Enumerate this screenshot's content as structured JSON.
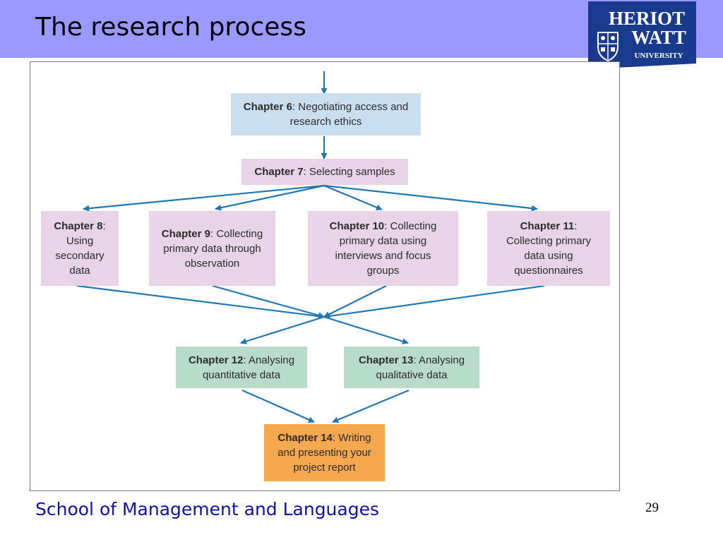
{
  "slide": {
    "title": "The research process",
    "footer": "School of Management and Languages",
    "page_number": "29"
  },
  "logo": {
    "line1": "HERIOT",
    "line2": "WATT",
    "line3": "UNIVERSITY",
    "color": "#1a3a8e"
  },
  "diagram": {
    "chapter6": {
      "bold": "Chapter 6",
      "rest": ": Negotiating access and research ethics"
    },
    "chapter7": {
      "bold": "Chapter 7",
      "rest": ": Selecting samples"
    },
    "chapter8": {
      "bold": "Chapter 8",
      "rest": ": Using secondary data"
    },
    "chapter9": {
      "bold": "Chapter 9",
      "rest": ": Collecting primary data through observation"
    },
    "chapter10": {
      "bold": "Chapter 10",
      "rest": ": Collecting primary data using interviews and focus groups"
    },
    "chapter11": {
      "bold": "Chapter 11",
      "rest": ": Collecting primary data using questionnaires"
    },
    "chapter12": {
      "bold": "Chapter 12",
      "rest": ": Analysing quantitative data"
    },
    "chapter13": {
      "bold": "Chapter 13",
      "rest": ": Analysing qualitative data"
    },
    "chapter14": {
      "bold": "Chapter 14",
      "rest": ": Writing and presenting your project report"
    }
  },
  "colors": {
    "header": "#9999ff",
    "arrow": "#1f77b4",
    "blue_box": "#c8dff2",
    "pink_box": "#e8d3e8",
    "green_box": "#b7dcca",
    "orange_box": "#f5a84e"
  }
}
